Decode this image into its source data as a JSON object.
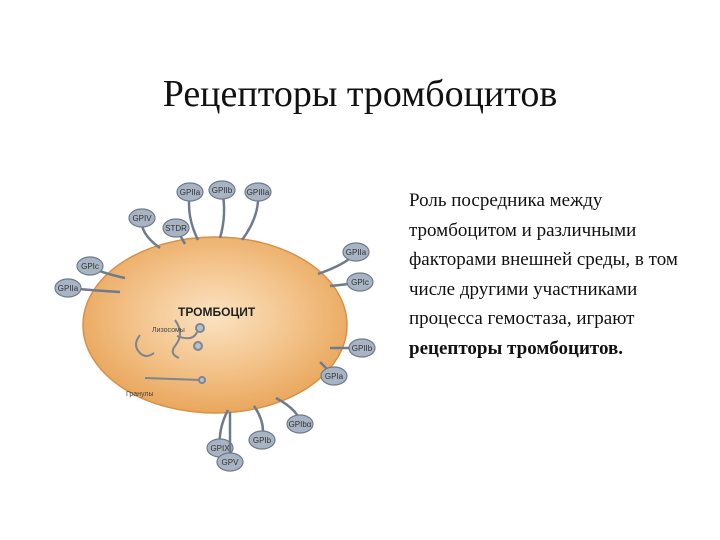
{
  "slide": {
    "title": "Рецепторы тромбоцитов"
  },
  "diagram": {
    "cell_label": "ТРОМБОЦИТ",
    "organelles": {
      "lysosomes": "Лизосомы",
      "granules": "Гранулы"
    },
    "receptors": [
      "GPIIa",
      "GPIIb",
      "GPIIIa",
      "GPIV",
      "STDR",
      "GPIc",
      "GPIIa",
      "GPIIa",
      "GPIc",
      "GPIIb",
      "GPIa",
      "GPIX",
      "GPIb",
      "GPIbα",
      "GPV"
    ],
    "colors": {
      "cell_fill": "#f0b774",
      "receptor_fill": "#a8b4c3",
      "receptor_stroke": "#6f7b8a"
    }
  },
  "description": {
    "text": "Роль посредника между тромбоцитом и различными факторами внешней среды, в том числе другими участниками процесса гемостаза, играют",
    "emphasis": "рецепторы тромбоцитов."
  }
}
